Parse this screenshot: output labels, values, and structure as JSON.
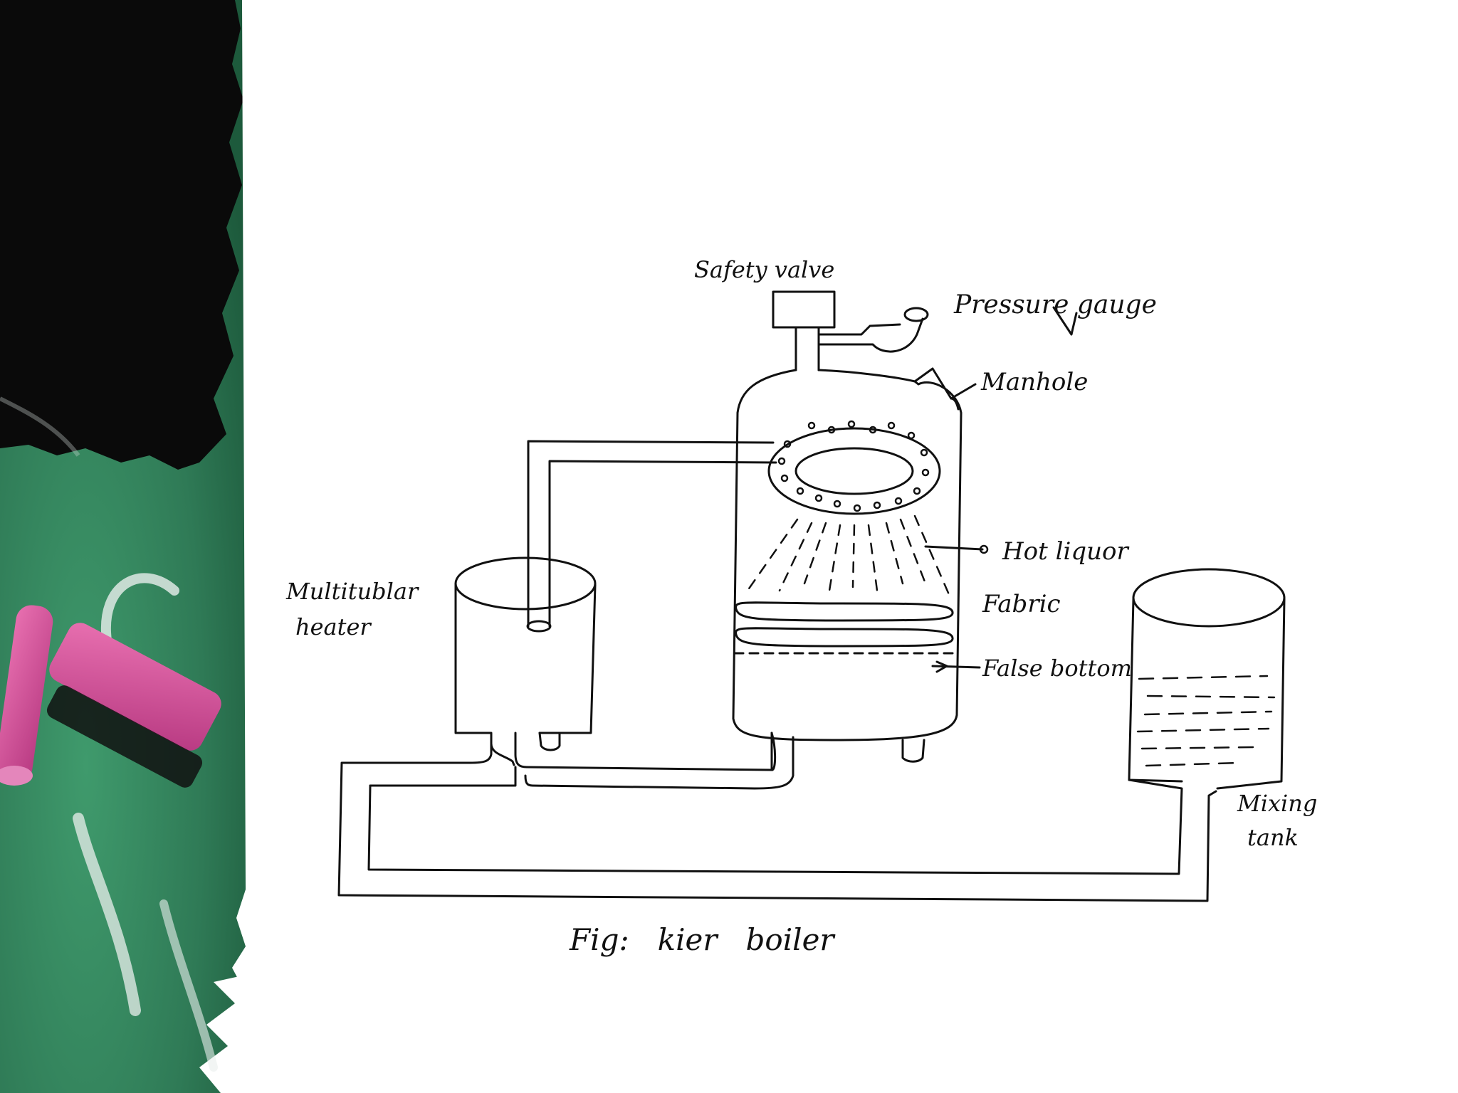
{
  "slide": {
    "colors": {
      "ink": "#111111",
      "board_green": "#2f7a56",
      "board_black": "#0a0a0a",
      "chalk_pink": "#d04d97",
      "chalk_white": "#e9efec"
    },
    "decoration": "chalkboard-with-chalk-sticks"
  },
  "diagram": {
    "caption": "Fig:   kier   boiler",
    "labels": {
      "safety_valve": "Safety valve",
      "pressure_gauge": "Pressure gauge",
      "manhole": "Manhole",
      "hot_liquor": "Hot liquor",
      "fabric": "Fabric",
      "false_bottom": "False bottom",
      "heater_line1": "Multitublar",
      "heater_line2": "heater",
      "tank_line1": "Mixing",
      "tank_line2": "tank"
    }
  }
}
